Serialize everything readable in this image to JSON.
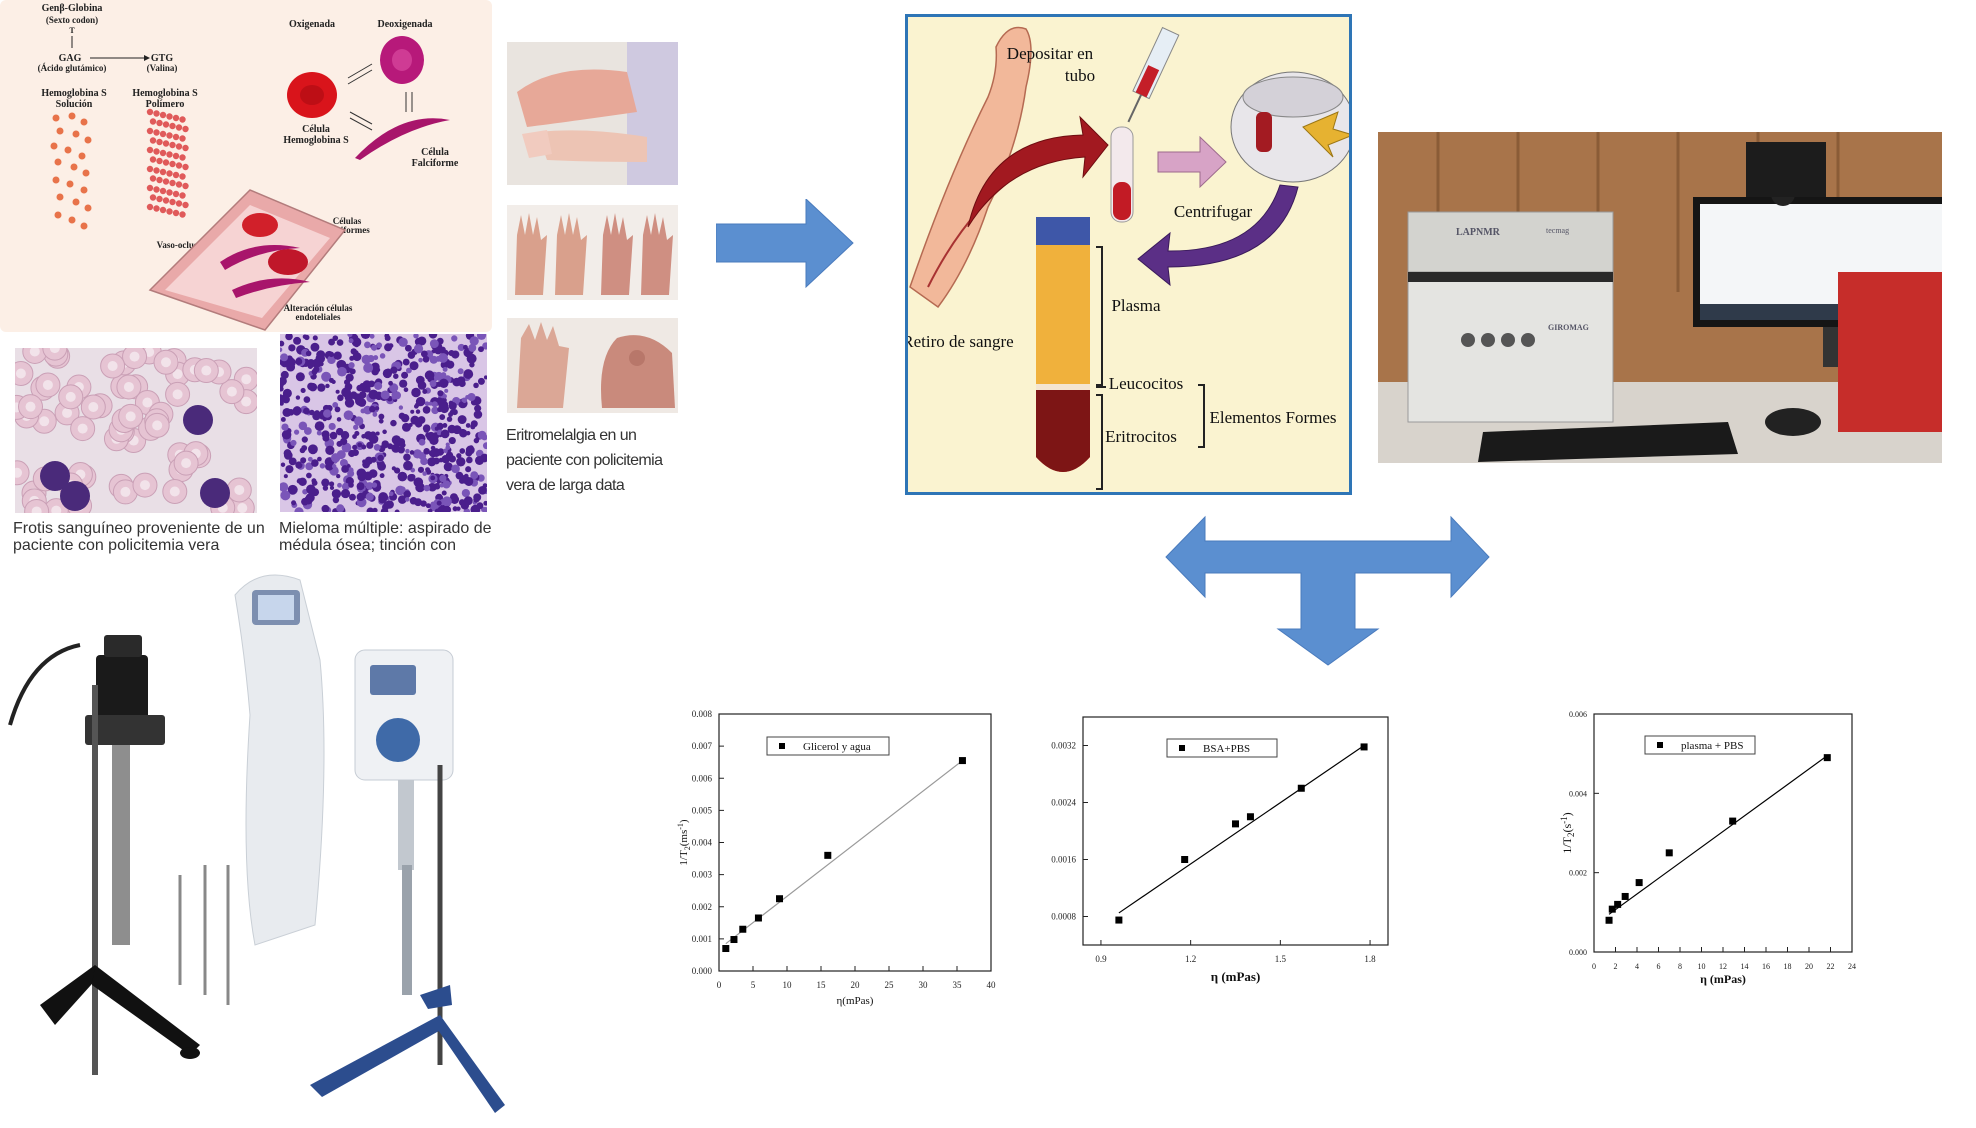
{
  "sickle": {
    "gene_title": "Genβ-Globina",
    "gene_sub": "(Sexto codon)",
    "mut": "T",
    "gag": "GAG",
    "gag_sub": "(Ácido glutámico)",
    "gtg": "GTG",
    "gtg_sub": "(Valina)",
    "hbs_sol": "Hemoglobina S",
    "hbs_sol2": "Solución",
    "hbs_pol": "Hemoglobina S",
    "hbs_pol2": "Polímero",
    "oxy": "Oxigenada",
    "deoxy": "Deoxigenada",
    "cell_hbs": "Célula",
    "cell_hbs2": "Hemoglobina S",
    "cell_falc": "Célula",
    "cell_falc2": "Falciforme",
    "occlusion": "Vaso-oclusión",
    "cells_falc": "Células",
    "cells_falc2": "Falciformes",
    "endo": "Alteración células",
    "endo2": "endoteliales"
  },
  "captions": {
    "smear": "Frotis sanguíneo proveniente de un paciente con policitemia vera",
    "myeloma": "Mieloma múltiple: aspirado de médula ósea; tinción con",
    "erythro": "Eritromelalgia en un paciente con policitemia vera de larga data"
  },
  "blood": {
    "deposit": "Depositar en",
    "deposit2": "tubo",
    "centrifuge": "Centrifugar",
    "plasma": "Plasma",
    "leuco": "Leucocitos",
    "erythro": "Eritrocitos",
    "formed": "Elementos Formes",
    "withdraw": "Retiro de sangre"
  },
  "nmr": {
    "brand": "LAPNMR",
    "brand2": "tecmag",
    "model": "GIROMAG"
  },
  "colors": {
    "arrow": "#5b8fd0",
    "frame": "#2e75b6",
    "panel_bg": "#faf3d0"
  },
  "chart_data": [
    {
      "type": "scatter",
      "title": "",
      "xlabel": "η(mPas)",
      "ylabel": "1/T2(ms-1)",
      "ylabel_main": "1/T",
      "ylabel_sub": "2",
      "ylabel_rest": "(ms",
      "ylabel_sup": "-1",
      "ylabel_end": ")",
      "xlim": [
        0,
        40
      ],
      "ylim": [
        0,
        0.008
      ],
      "xticks": [
        "0",
        "5",
        "10",
        "15",
        "20",
        "25",
        "30",
        "35",
        "40"
      ],
      "yticks": [
        "0.000",
        "0.001",
        "0.002",
        "0.003",
        "0.004",
        "0.005",
        "0.006",
        "0.007",
        "0.008"
      ],
      "series": [
        {
          "name": "Glicerol y agua",
          "x": [
            1,
            2.2,
            3.5,
            5.8,
            8.9,
            16,
            35.8
          ],
          "y": [
            0.0007,
            0.00098,
            0.0013,
            0.00165,
            0.00225,
            0.0036,
            0.00655
          ]
        }
      ],
      "fit": {
        "x": [
          1,
          35.8
        ],
        "y": [
          0.00085,
          0.00655
        ]
      },
      "legend": "top-left"
    },
    {
      "type": "scatter",
      "title": "",
      "xlabel": "η (mPas)",
      "ylabel": "1/T2(ms-1)",
      "ylabel_main": "1/T",
      "ylabel_sub": "2",
      "ylabel_rest": "(ms",
      "ylabel_sup": "-1",
      "ylabel_end": ")",
      "xlim": [
        0.84,
        1.86
      ],
      "ylim": [
        0.0004,
        0.0036
      ],
      "xticks": [
        "0.9",
        "1.2",
        "1.5",
        "1.8"
      ],
      "ytickvals": [
        0.0008,
        0.0016,
        0.0024,
        0.0032
      ],
      "yticks": [
        "0.0008",
        "0.0016",
        "0.0024",
        "0.0032"
      ],
      "xtickvals": [
        0.9,
        1.2,
        1.5,
        1.8
      ],
      "series": [
        {
          "name": "BSA+PBS",
          "x": [
            0.96,
            1.18,
            1.35,
            1.4,
            1.57,
            1.78
          ],
          "y": [
            0.00075,
            0.0016,
            0.0021,
            0.0022,
            0.0026,
            0.00318
          ]
        }
      ],
      "fit": {
        "x": [
          0.96,
          1.78
        ],
        "y": [
          0.00085,
          0.0032
        ]
      },
      "legend": "top-left"
    },
    {
      "type": "scatter",
      "title": "",
      "xlabel": "η (mPas)",
      "ylabel": "1/T2(s-1)",
      "ylabel_main": "1/T",
      "ylabel_sub": "2",
      "ylabel_rest": "(s",
      "ylabel_sup": "-1",
      "ylabel_end": ")",
      "xlim": [
        0,
        24
      ],
      "ylim": [
        0,
        0.006
      ],
      "xticks": [
        "0",
        "2",
        "4",
        "6",
        "8",
        "10",
        "12",
        "14",
        "16",
        "18",
        "20",
        "22",
        "24"
      ],
      "yticks": [
        "0.000",
        "0.002",
        "0.004",
        "0.006"
      ],
      "ytickvals": [
        0,
        0.002,
        0.004,
        0.006
      ],
      "series": [
        {
          "name": "plasma + PBS",
          "x": [
            1.4,
            1.7,
            2.2,
            2.9,
            4.2,
            7,
            12.9,
            21.7
          ],
          "y": [
            0.0008,
            0.00108,
            0.0012,
            0.0014,
            0.00175,
            0.0025,
            0.0033,
            0.0049
          ]
        }
      ],
      "fit": {
        "x": [
          1.4,
          21.7
        ],
        "y": [
          0.00095,
          0.00495
        ]
      },
      "legend": "top-left"
    }
  ]
}
